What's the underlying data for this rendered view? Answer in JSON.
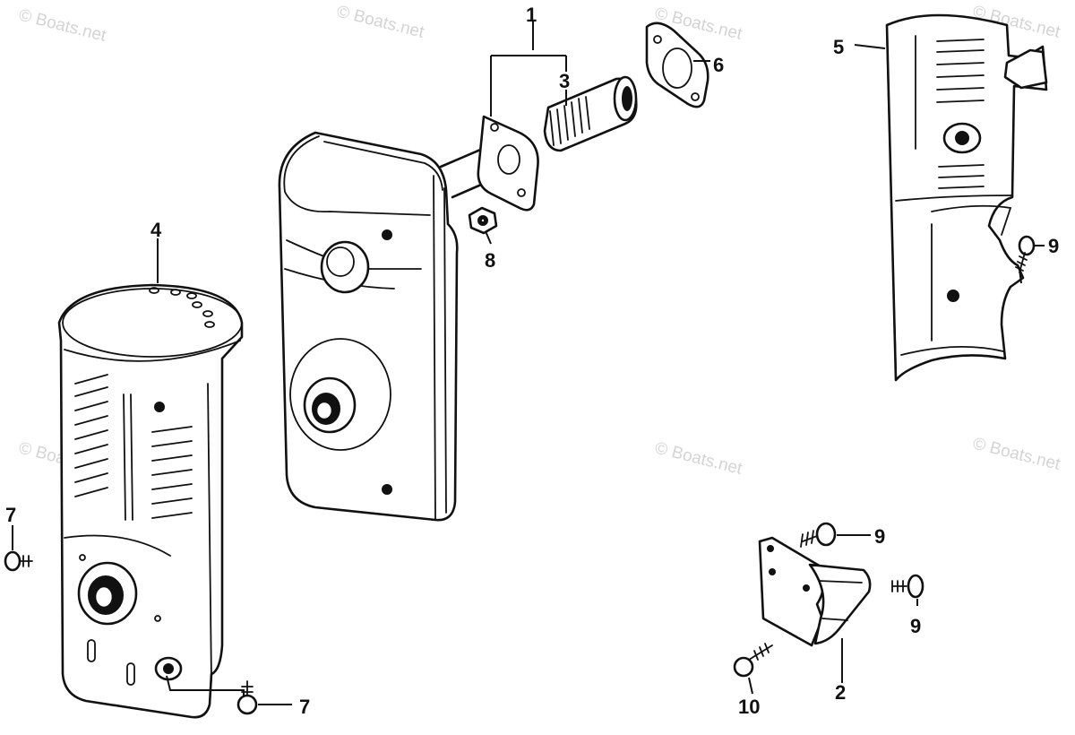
{
  "watermark": "© Boats.net",
  "callouts": {
    "c1": "1",
    "c2": "2",
    "c3": "3",
    "c4": "4",
    "c5": "5",
    "c6": "6",
    "c7a": "7",
    "c7b": "7",
    "c8": "8",
    "c9a": "9",
    "c9b": "9",
    "c9c": "9",
    "c10": "10"
  },
  "colors": {
    "line": "#111111",
    "background": "#ffffff",
    "watermark": "#d4d4d4"
  }
}
